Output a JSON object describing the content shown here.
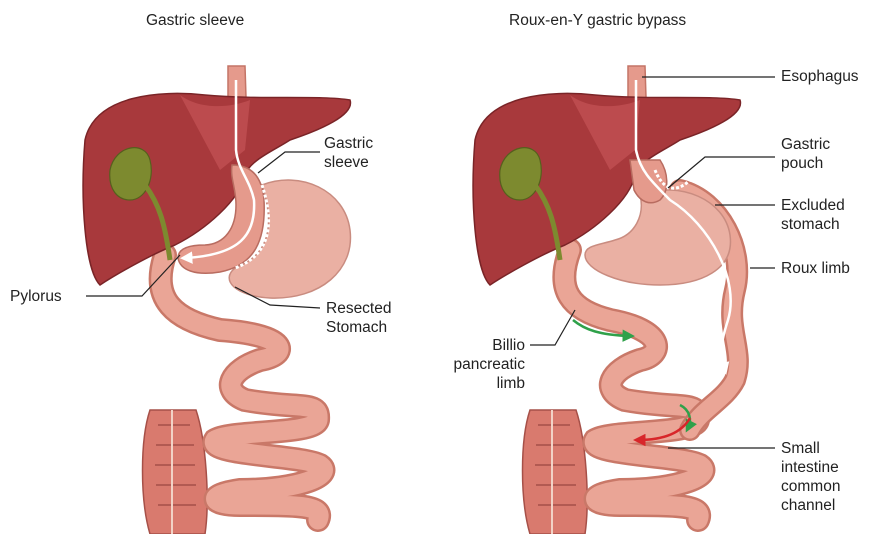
{
  "panels": [
    {
      "title": "Gastric sleeve",
      "labels": {
        "gastric_sleeve": [
          "Gastric",
          "sleeve"
        ],
        "pylorus": "Pylorus",
        "resected_stomach": [
          "Resected",
          "Stomach"
        ]
      }
    },
    {
      "title": "Roux-en-Y gastric bypass",
      "labels": {
        "esophagus": "Esophagus",
        "gastric_pouch": [
          "Gastric",
          "pouch"
        ],
        "excluded_stomach": [
          "Excluded",
          "stomach"
        ],
        "roux_limb": "Roux limb",
        "biliopancreatic_limb": [
          "Billio",
          "pancreatic",
          "limb"
        ],
        "common_channel": [
          "Small",
          "intestine",
          "common",
          "channel"
        ]
      }
    }
  ],
  "colors": {
    "liver": "#a8393c",
    "liver_light": "#c9585a",
    "gallbladder": "#7d8a2f",
    "stomach": "#eab0a3",
    "stomach_dark": "#d98d82",
    "intestine": "#e6a193",
    "colon": "#d97a6e",
    "flow_arrow": "#ffffff",
    "bile_arrow": "#2fa14a",
    "food_arrow": "#d8262a"
  }
}
